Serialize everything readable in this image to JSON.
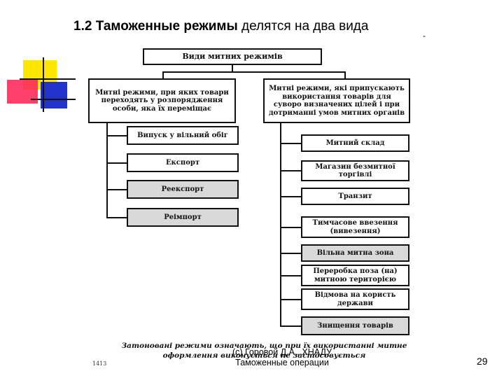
{
  "slide": {
    "title_bold": "1.2 Таможенные режимы",
    "title_rest": " делятся на два вида",
    "dash": "-",
    "footer_line1": "(c) Горовой Д.А., ХНАДУ",
    "footer_line2": "Таможенные операции",
    "page_number": "29"
  },
  "diagram": {
    "root": "Види митних режимів",
    "left_group": "Митні режими, при яких товари переходять у розпорядження особи, яка їх переміщає",
    "right_group": "Митні режими, які припускають використання товарів для суворо визначених цілей і при дотриманні умов митних органів",
    "left_items": [
      "Випуск у вільний обіг",
      "Експорт",
      "Реекспорт",
      "Реімпорт"
    ],
    "right_items": [
      "Митний склад",
      "Магазин безмитної торгівлі",
      "Транзит",
      "Тимчасове ввезення (вивезення)",
      "Вільна митна зона",
      "Переробка поза (на) митною територією",
      "Відмова на користь держави",
      "Знищення товарів"
    ],
    "note": "Затоновані режими означають, що при їх використанні митне оформлення виконується не застосовується",
    "corner_mark": "1413"
  },
  "colors": {
    "yellow": "#ffe600",
    "red": "#ff2a5c",
    "blue": "#2233cc",
    "shade": "#d9d9d9"
  }
}
